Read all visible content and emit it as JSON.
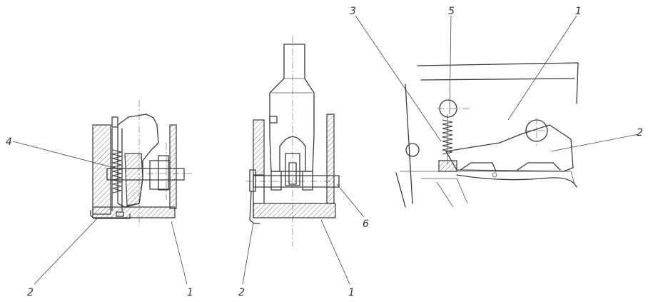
{
  "callouts": {
    "left_view": [
      "4",
      "2",
      "1"
    ],
    "middle_view": [
      "2",
      "1",
      "6"
    ],
    "right_view": [
      "3",
      "5",
      "1",
      "2"
    ]
  }
}
